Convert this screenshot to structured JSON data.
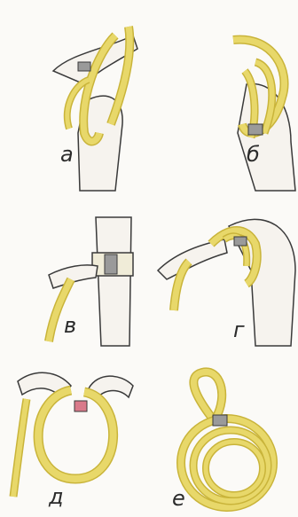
{
  "figure": {
    "panels": [
      {
        "label": "а"
      },
      {
        "label": "б"
      },
      {
        "label": "в"
      },
      {
        "label": "г"
      },
      {
        "label": "д"
      },
      {
        "label": "е"
      }
    ]
  },
  "colors": {
    "band": "#e8d86a",
    "band_shade": "#c9b43a",
    "outline": "#3a3a3a",
    "skin": "#f6f3ee",
    "buckle": "#9a9a9a"
  }
}
